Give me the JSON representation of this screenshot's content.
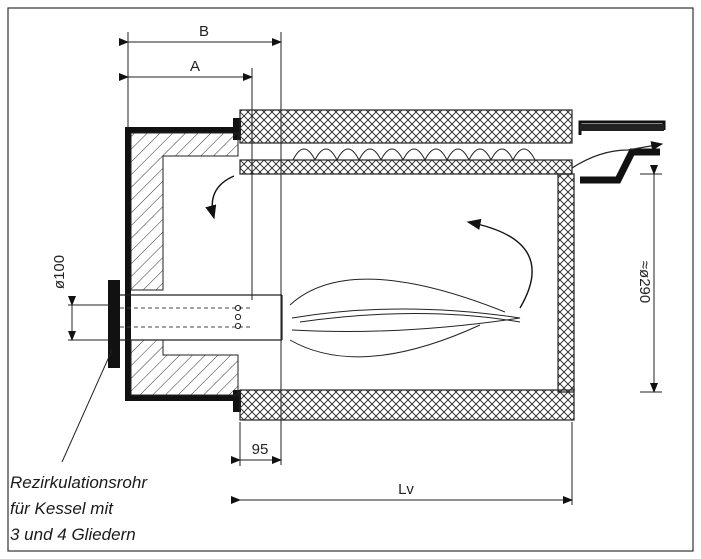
{
  "dimensions": {
    "b": "B",
    "a": "A",
    "diameter_pipe": "ø100",
    "diameter_chamber": "≈ø290",
    "offset": "95",
    "length": "Lv"
  },
  "caption": {
    "line1": "Rezirkulationsrohr",
    "line2": "für Kessel  mit",
    "line3": "3 und 4 Gliedern"
  }
}
